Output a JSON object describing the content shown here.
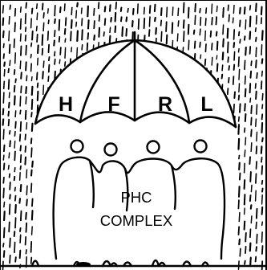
{
  "umbrella": {
    "panels": [
      {
        "letter": "H"
      },
      {
        "letter": "F"
      },
      {
        "letter": "R"
      },
      {
        "letter": "L"
      }
    ]
  },
  "complex": {
    "line1": "PHC",
    "line2": "COMPLEX"
  },
  "scene": {
    "people_count": 4,
    "rain": true
  },
  "colors": {
    "ink": "#000000",
    "paper": "#ffffff"
  }
}
